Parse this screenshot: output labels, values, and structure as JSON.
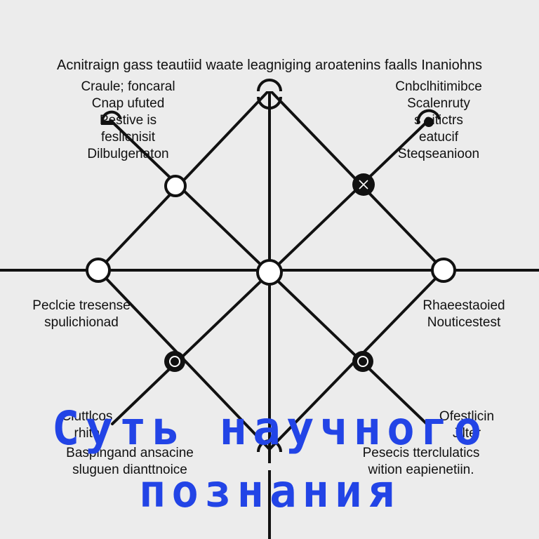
{
  "top_title": "Acnitraign gass teautiid waate  leagniging aroatenins faalls Inaniohns",
  "labels": {
    "top_left": [
      "Craule; foncaral",
      "Cnap ufuted",
      "Pestive     is",
      "feslicnisit",
      "Dilbulgenaton"
    ],
    "top_right": [
      "Cnbclhitimibce",
      "Scalenruty",
      "s        oitictrs",
      "eatucif",
      "Steqseanioon"
    ],
    "mid_left": [
      "Peclcie tresense",
      "spulichionad"
    ],
    "mid_right": [
      "Rhaeestaoied",
      "Nouticestest"
    ],
    "bottom_left_a": [
      "Cluttlcos",
      "rhita"
    ],
    "bottom_right_a": [
      "Ofestlicin",
      "Jilter"
    ],
    "bottom_left_b": [
      "Baspingand ansacine",
      "sluguen dianttnoice"
    ],
    "bottom_right_b": [
      "Pesecis tterclulatics",
      "wition eapienetiin."
    ]
  },
  "overlay": {
    "line1": "Суть научного",
    "line2": "познания",
    "color": "#2244e6"
  },
  "icons": {
    "nodes": [
      "circle-node-icon",
      "x-mark-node-icon",
      "ring-node-icon"
    ]
  }
}
